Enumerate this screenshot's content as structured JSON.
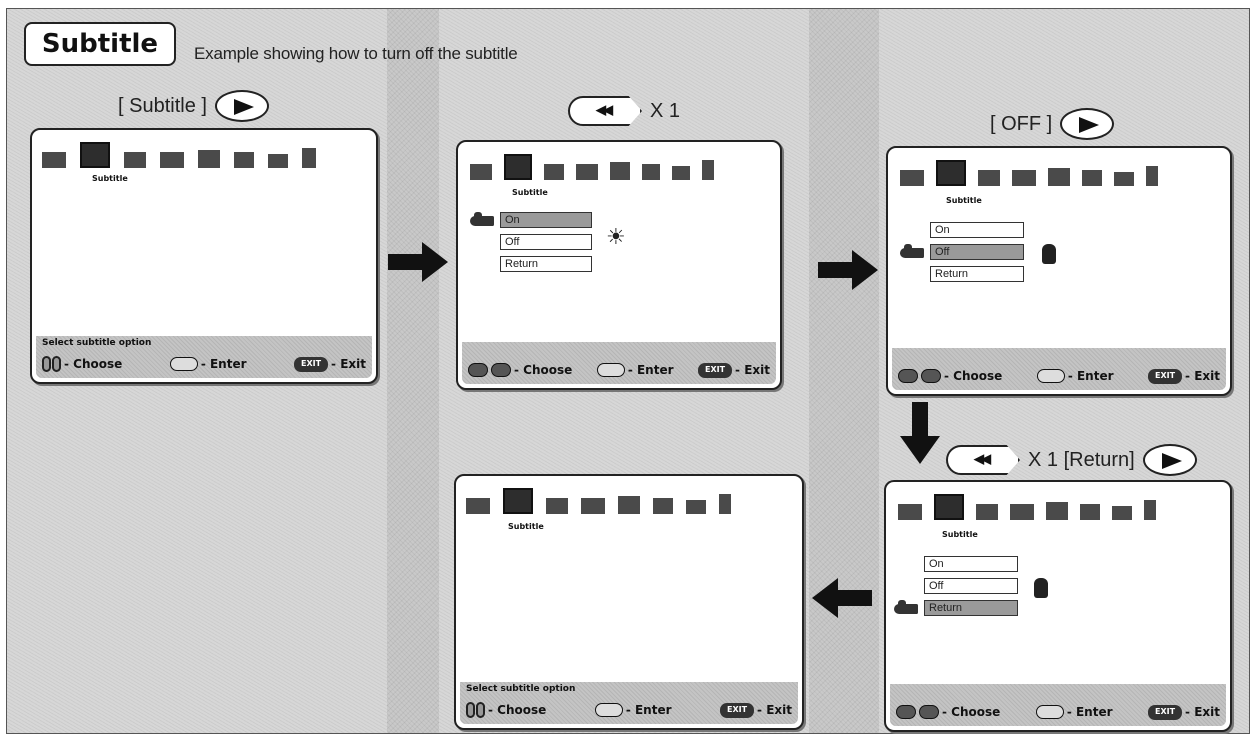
{
  "header": {
    "title": "Subtitle",
    "description": "Example showing how to turn off the subtitle"
  },
  "steps": {
    "step1_label": "[ Subtitle ]",
    "step2_label": "X 1",
    "step3_label": "[ OFF ]",
    "step4_label": "X 1 [Return]"
  },
  "screens": {
    "s1": {
      "menu_label": "Subtitle",
      "footer_top": "Select subtitle option",
      "choose": "- Choose",
      "enter": "- Enter",
      "exit": "- Exit",
      "exit_button": "EXIT"
    },
    "s2": {
      "menu_label": "Subtitle",
      "options": [
        "On",
        "Off",
        "Return"
      ],
      "selected": "On",
      "choose": "- Choose",
      "enter": "- Enter",
      "exit": "- Exit",
      "exit_button": "EXIT"
    },
    "s3": {
      "menu_label": "Subtitle",
      "options": [
        "On",
        "Off",
        "Return"
      ],
      "selected": "Off",
      "choose": "- Choose",
      "enter": "- Enter",
      "exit": "- Exit",
      "exit_button": "EXIT"
    },
    "s4": {
      "menu_label": "Subtitle",
      "options": [
        "On",
        "Off",
        "Return"
      ],
      "selected": "Return",
      "choose": "- Choose",
      "enter": "- Enter",
      "exit": "- Exit",
      "exit_button": "EXIT"
    },
    "s5": {
      "menu_label": "Subtitle",
      "footer_top": "Select subtitle option",
      "choose": "- Choose",
      "enter": "- Enter",
      "exit": "- Exit",
      "exit_button": "EXIT"
    }
  },
  "icons": [
    "picture-icon",
    "subtitle-icon",
    "audio-icon",
    "language-icon",
    "features-icon",
    "parental-icon",
    "setup-icon",
    "exit-menu-icon"
  ],
  "colors": {
    "background": "#c9c9c9",
    "screen": "#ffffff",
    "highlight": "#9a9a9a",
    "arrow": "#111111"
  }
}
